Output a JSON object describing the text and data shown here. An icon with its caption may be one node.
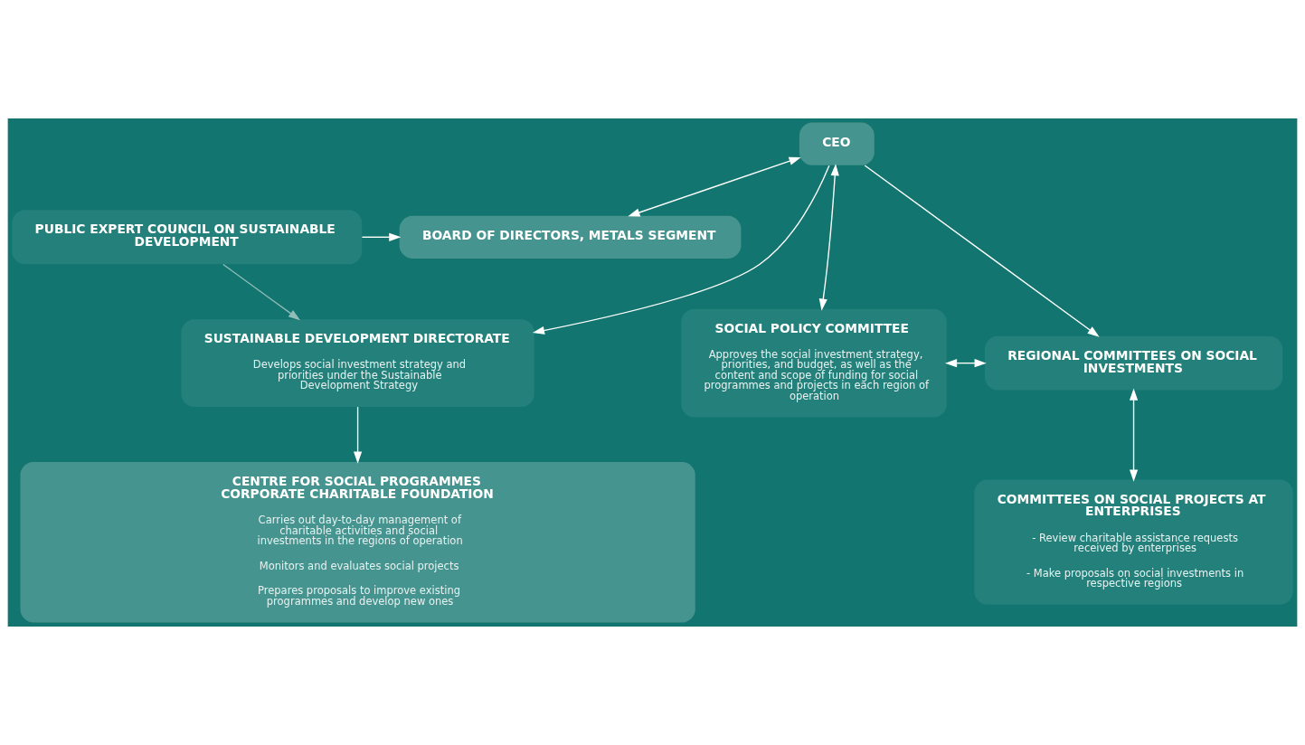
{
  "diagram": {
    "nodes": [
      {
        "text": [
          "PUBLIC EXPERT COUNCIL ON SUSTAINABLE DEVELOPMENT"
        ]
      },
      {
        "text": [
          "BOARD OF DIRECTORS, METALS SEGMENT"
        ]
      },
      {
        "text": [
          "CEO"
        ]
      },
      {
        "text": [
          "SUSTAINABLE DEVELOPMENT DIRECTORATE",
          "Develops social investment strategy and priorities under the Sustainable Development Strategy"
        ]
      },
      {
        "text": [
          "SOCIAL POLICY COMMITTEE",
          "Approves the social investment strategy, priorities, and budget, as well as the content and scope of funding for social programmes and projects in each region of operation"
        ]
      },
      {
        "text": [
          "REGIONAL COMMITTEES ON SOCIAL INVESTMENTS"
        ]
      },
      {
        "text": [
          "CENTRE FOR SOCIAL PROGRAMMES CORPORATE CHARITABLE FOUNDATION",
          "Carries out day-to-day management of charitable activities and social investments in the regions of operation",
          "Monitors and evaluates social projects",
          "Prepares proposals to improve existing programmes and develop new ones"
        ]
      },
      {
        "text": [
          "COMMITTEES ON SOCIAL PROJECTS AT ENTERPRISES",
          "- Review charitable assistance requests received by enterprises",
          "- Make proposals on social investments in respective regions"
        ]
      }
    ],
    "edges": [
      {
        "from": 0,
        "to": 1,
        "arrow": "to"
      },
      {
        "from": 2,
        "to": 1,
        "arrow": "both"
      },
      {
        "from": 0,
        "to": 3,
        "arrow": "to",
        "color": "#8fbdb9"
      },
      {
        "from": 2,
        "to": 3,
        "arrow": "to"
      },
      {
        "from": 2,
        "to": 4,
        "arrow": "both"
      },
      {
        "from": 2,
        "to": 5,
        "arrow": "to"
      },
      {
        "from": 4,
        "to": 5,
        "arrow": "both"
      },
      {
        "from": 5,
        "to": 7,
        "arrow": "both"
      },
      {
        "from": 3,
        "to": 6,
        "arrow": "to"
      }
    ]
  }
}
